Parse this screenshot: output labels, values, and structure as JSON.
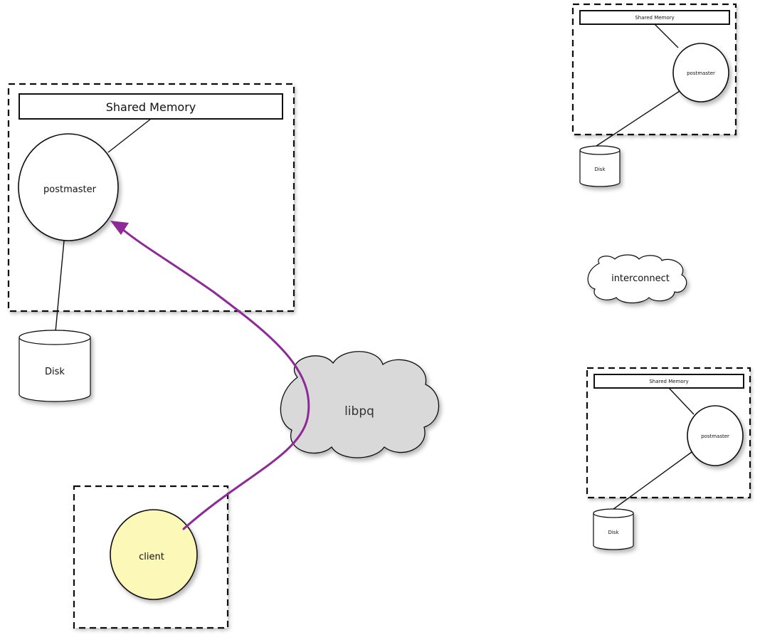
{
  "labels": {
    "main_shared_memory": "Shared Memory",
    "main_postmaster": "postmaster",
    "main_disk": "Disk",
    "libpq": "libpq",
    "client": "client",
    "interconnect": "interconnect",
    "top_shared_memory": "Shared Memory",
    "top_postmaster": "postmaster",
    "top_disk": "Disk",
    "bottom_shared_memory": "Shared Memory",
    "bottom_postmaster": "postmaster",
    "bottom_disk": "Disk"
  },
  "colors": {
    "connection_arrow": "#8E2A98",
    "client_fill": "#FCF8B8",
    "cloud_libpq_fill": "#D9D9D9",
    "interconnect_fill": "#FFFFFF",
    "stroke": "#111111"
  },
  "icons": {
    "arrowhead": "arrowhead-icon",
    "cloud": "cloud-shape",
    "cylinder": "disk-cylinder-shape"
  }
}
